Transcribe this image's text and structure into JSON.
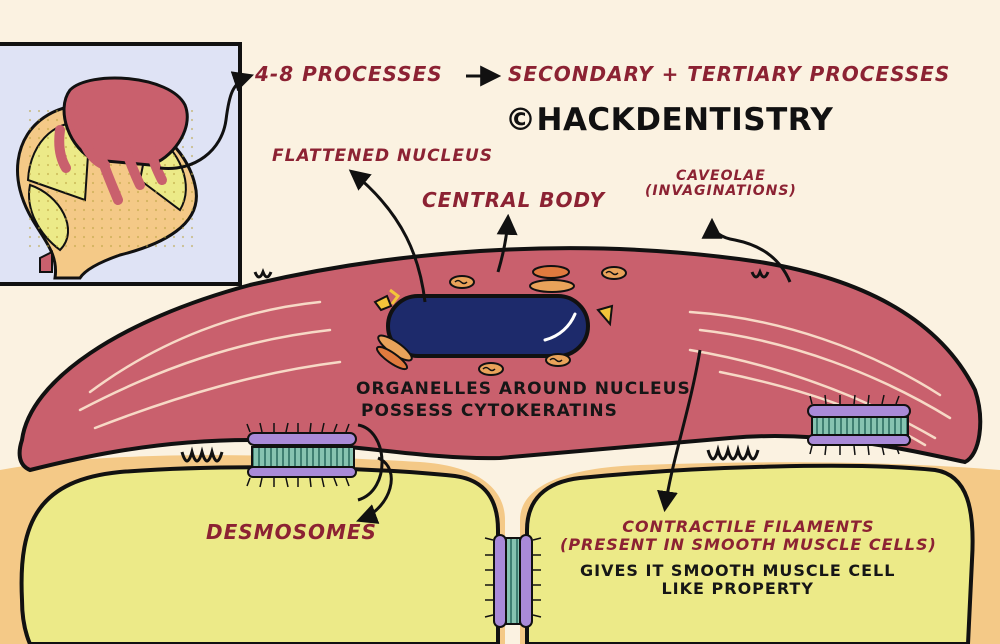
{
  "labels": {
    "processes": "4-8 PROCESSES",
    "secondary": "SECONDARY + TERTIARY PROCESSES",
    "watermark": "©HACKDENTISTRY",
    "flattened_nucleus": "FLATTENED NUCLEUS",
    "central_body": "CENTRAL BODY",
    "caveolae_line1": "CAVEOLAE",
    "caveolae_line2": "(INVAGINATIONS)",
    "organelles_line1": "ORGANELLES AROUND NUCLEUS",
    "organelles_line2": "POSSESS CYTOKERATINS",
    "desmosomes": "DESMOSOMES",
    "contractile_line1": "CONTRACTILE FILAMENTS",
    "contractile_line2": "(PRESENT IN SMOOTH MUSCLE CELLS)",
    "gives_line1": "GIVES IT SMOOTH MUSCLE CELL",
    "gives_line2": "LIKE PROPERTY"
  },
  "colors": {
    "background": "#fbf2e1",
    "cell_body": "#c9606d",
    "nucleus": "#1d2a6b",
    "acinar_cell": "#ecea88",
    "gap": "#f4c987",
    "desmosome": "#7bb8a6",
    "label_red": "#8c2233",
    "inset_bg": "#dfe3f5"
  }
}
